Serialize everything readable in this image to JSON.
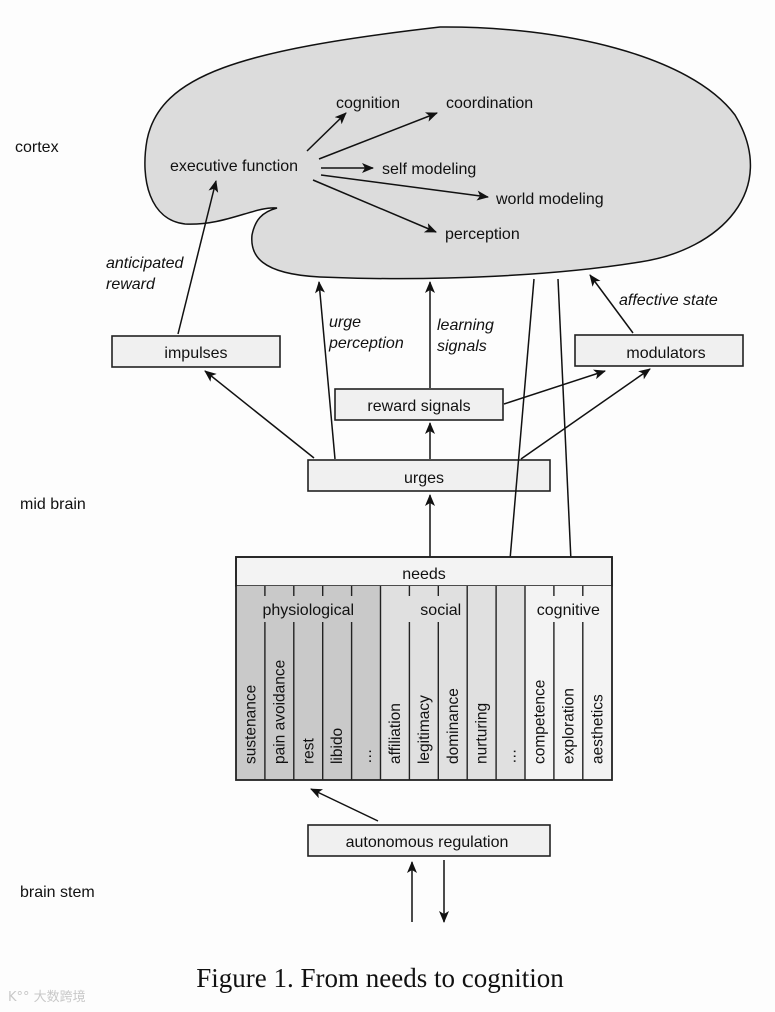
{
  "regions": {
    "cortex": "cortex",
    "mid_brain": "mid brain",
    "brain_stem": "brain stem"
  },
  "cortex": {
    "executive_function": "executive function",
    "outputs": [
      "cognition",
      "coordination",
      "self modeling",
      "world modeling",
      "perception"
    ],
    "fill_color": "#dcdcdc"
  },
  "boxes": {
    "impulses": "impulses",
    "reward_signals": "reward signals",
    "modulators": "modulators",
    "urges": "urges",
    "autonomous_regulation": "autonomous regulation"
  },
  "edge_labels": {
    "anticipated_reward": [
      "anticipated",
      "reward"
    ],
    "urge_perception": [
      "urge",
      "perception"
    ],
    "learning_signals": [
      "learning",
      "signals"
    ],
    "affective_state": "affective state"
  },
  "needs": {
    "title": "needs",
    "groups": [
      {
        "label": "physiological",
        "color": "#c9c9c9",
        "items": [
          "sustenance",
          "pain avoidance",
          "rest",
          "libido",
          "…"
        ]
      },
      {
        "label": "social",
        "color": "#e0e0e0",
        "items": [
          "affiliation",
          "legitimacy",
          "dominance",
          "nurturing",
          "…"
        ]
      },
      {
        "label": "cognitive",
        "color": "#f3f3f3",
        "items": [
          "competence",
          "exploration",
          "aesthetics"
        ]
      }
    ]
  },
  "caption": "Figure 1. From needs to cognition",
  "watermark": "K°° 大数跨境"
}
